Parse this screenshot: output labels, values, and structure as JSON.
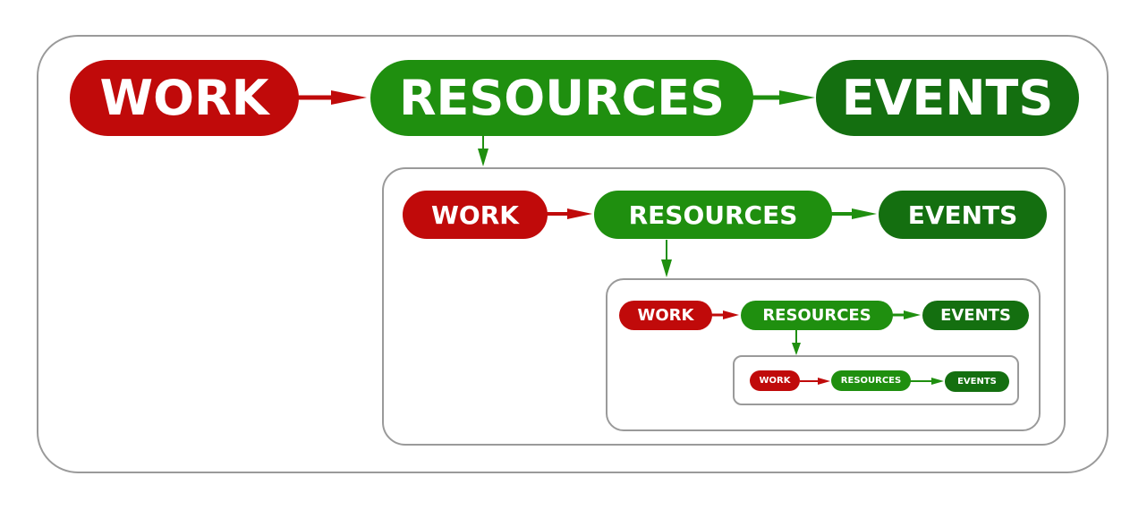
{
  "colors": {
    "work": "#c00a0a",
    "resources": "#1f8f0f",
    "events": "#146f10",
    "work_arrow": "#c00a0a",
    "resources_arrow": "#1f8f0f",
    "frame_border": "#9a9a9a"
  },
  "levels": [
    {
      "work": "WORK",
      "resources": "RESOURCES",
      "events": "EVENTS"
    },
    {
      "work": "WORK",
      "resources": "RESOURCES",
      "events": "EVENTS"
    },
    {
      "work": "WORK",
      "resources": "RESOURCES",
      "events": "EVENTS"
    },
    {
      "work": "WORK",
      "resources": "RESOURCES",
      "events": "EVENTS"
    }
  ]
}
